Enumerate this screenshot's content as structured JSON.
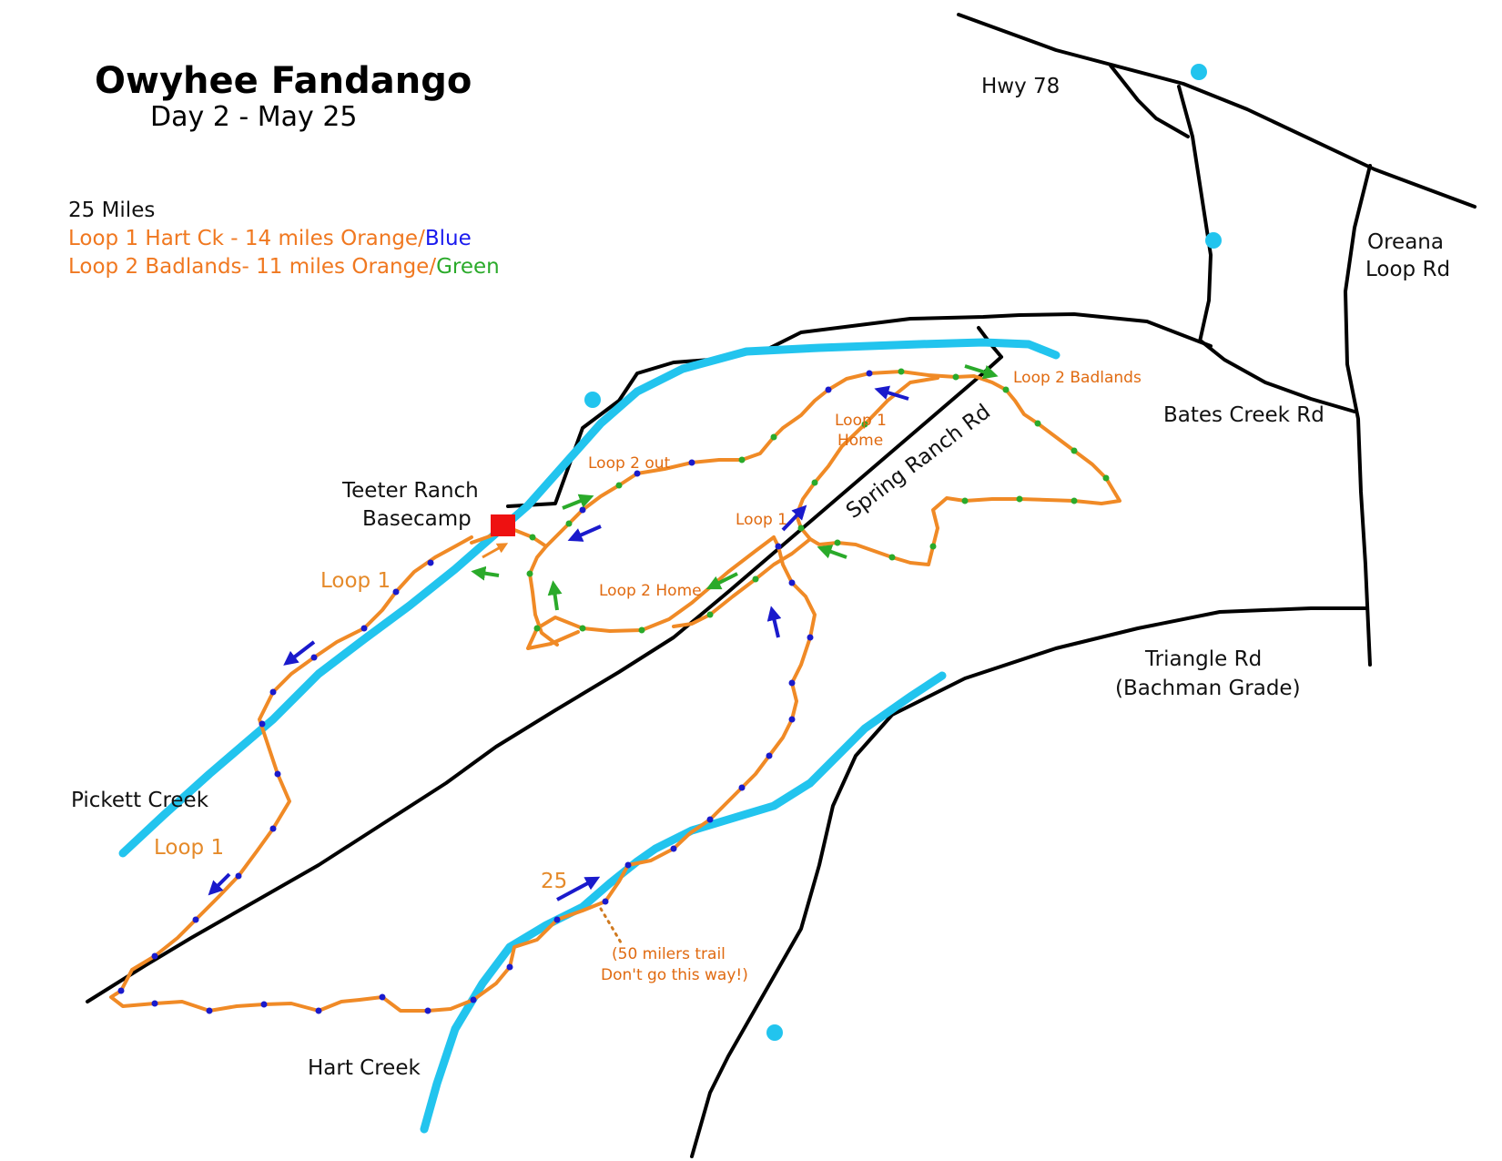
{
  "title": "Owyhee Fandango",
  "subtitle": "Day 2 - May 25",
  "legend": {
    "total": "25 Miles",
    "loop1_text": "Loop 1 Hart Ck - 14 miles Orange/",
    "loop1_color_word": "Blue",
    "loop2_text": "Loop 2 Badlands- 11 miles Orange/",
    "loop2_color_word": "Green"
  },
  "roads": {
    "hwy78": "Hwy 78",
    "oreana_line1": "Oreana",
    "oreana_line2": "Loop Rd",
    "bates_creek": "Bates Creek Rd",
    "spring_ranch": "Spring Ranch Rd",
    "triangle_line1": "Triangle Rd",
    "triangle_line2": "(Bachman Grade)"
  },
  "creeks": {
    "pickett": "Pickett Creek",
    "hart": "Hart Creek"
  },
  "basecamp": {
    "line1": "Teeter Ranch",
    "line2": "Basecamp"
  },
  "trail_labels": {
    "loop1_upper": "Loop 1",
    "loop1_lower": "Loop 1",
    "loop2_out": "Loop 2 out",
    "loop2_home": "Loop 2 Home",
    "loop1_home_line1": "Loop 1",
    "loop1_home_line2": "Home",
    "loop1_mid": "Loop 1",
    "loop2_badlands": "Loop 2 Badlands",
    "mile_25": "25",
    "warning_line1": "(50 milers trail",
    "warning_line2": "Don't go this way!)"
  },
  "colors": {
    "trail_orange": "#f08a26",
    "loop1_marker_blue": "#1a1acc",
    "loop2_marker_green": "#2aaa2a",
    "creek": "#22c4ee",
    "road": "#000000",
    "basecamp": "#ee1111",
    "legend_orange": "#f07820"
  },
  "icons": {
    "basecamp": "red-square-basecamp-icon",
    "water": "water-point-icon"
  }
}
